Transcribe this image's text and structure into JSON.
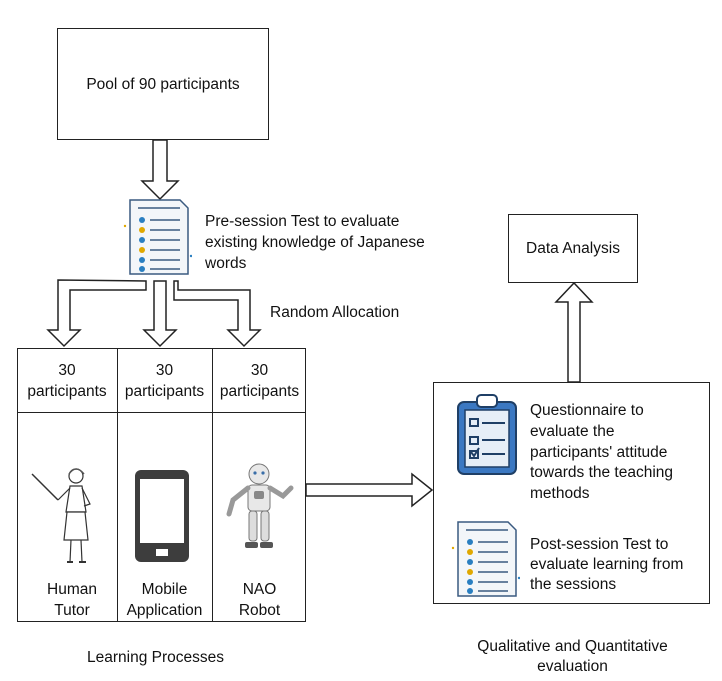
{
  "pool": {
    "label": "Pool of 90 participants"
  },
  "pretest": {
    "lines": [
      "Pre-session Test to evaluate",
      "existing knowledge of Japanese",
      "words"
    ]
  },
  "allocation": {
    "label": "Random Allocation"
  },
  "groups": [
    {
      "count": "30",
      "unit": "participants",
      "name_line1": "Human",
      "name_line2": "Tutor"
    },
    {
      "count": "30",
      "unit": "participants",
      "name_line1": "Mobile",
      "name_line2": "Application"
    },
    {
      "count": "30",
      "unit": "participants",
      "name_line1": "NAO",
      "name_line2": "Robot"
    }
  ],
  "learning_caption": "Learning Processes",
  "analysis": {
    "label": "Data Analysis"
  },
  "questionnaire": {
    "lines": [
      "Questionnaire to",
      "evaluate the",
      "participants' attitude",
      "towards the teaching",
      "methods"
    ]
  },
  "posttest": {
    "lines": [
      "Post-session Test to",
      "evaluate learning from",
      "the sessions"
    ]
  },
  "evaluation_caption": {
    "line1": "Qualitative and Quantitative",
    "line2": "evaluation"
  },
  "icons": [
    "checklist-icon",
    "clipboard-icon",
    "teacher-figure",
    "smartphone-icon",
    "robot-icon"
  ],
  "colors": {
    "clipboard_blue": "#3b78c2",
    "checklist_dot_blue": "#2a7fc1",
    "checklist_dot_yellow": "#e0a800",
    "paper_line": "#3a5a80"
  }
}
